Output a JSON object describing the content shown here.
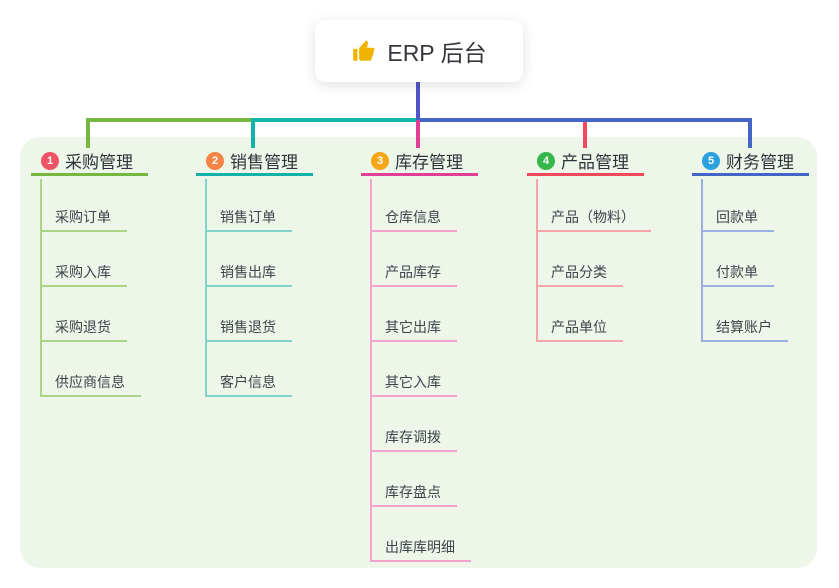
{
  "root": {
    "label": "ERP 后台",
    "icon": "thumbs-up-icon"
  },
  "branches": [
    {
      "num": "1",
      "label": "采购管理",
      "children": [
        "采购订单",
        "采购入库",
        "采购退货",
        "供应商信息"
      ]
    },
    {
      "num": "2",
      "label": "销售管理",
      "children": [
        "销售订单",
        "销售出库",
        "销售退货",
        "客户信息"
      ]
    },
    {
      "num": "3",
      "label": "库存管理",
      "children": [
        "仓库信息",
        "产品库存",
        "其它出库",
        "其它入库",
        "库存调拨",
        "库存盘点",
        "出库库明细"
      ]
    },
    {
      "num": "4",
      "label": "产品管理",
      "children": [
        "产品（物料）",
        "产品分类",
        "产品单位"
      ]
    },
    {
      "num": "5",
      "label": "财务管理",
      "children": [
        "回款单",
        "付款单",
        "结算账户"
      ]
    }
  ],
  "colors": {
    "panel_bg": "#edf6e9",
    "root_stem": "#5155c8",
    "thumb_icon": "#f0b400",
    "branch_lines": [
      "#76b83f",
      "#12b2a8",
      "#e23e96",
      "#f2485c",
      "#4365c8"
    ],
    "child_lines": [
      "#a9d584",
      "#82d3cb",
      "#f2a4cc",
      "#f9a3ab",
      "#9aafe2"
    ],
    "badges": [
      "#ee5464",
      "#f58345",
      "#f7a616",
      "#36b74b",
      "#2ba2de"
    ]
  }
}
